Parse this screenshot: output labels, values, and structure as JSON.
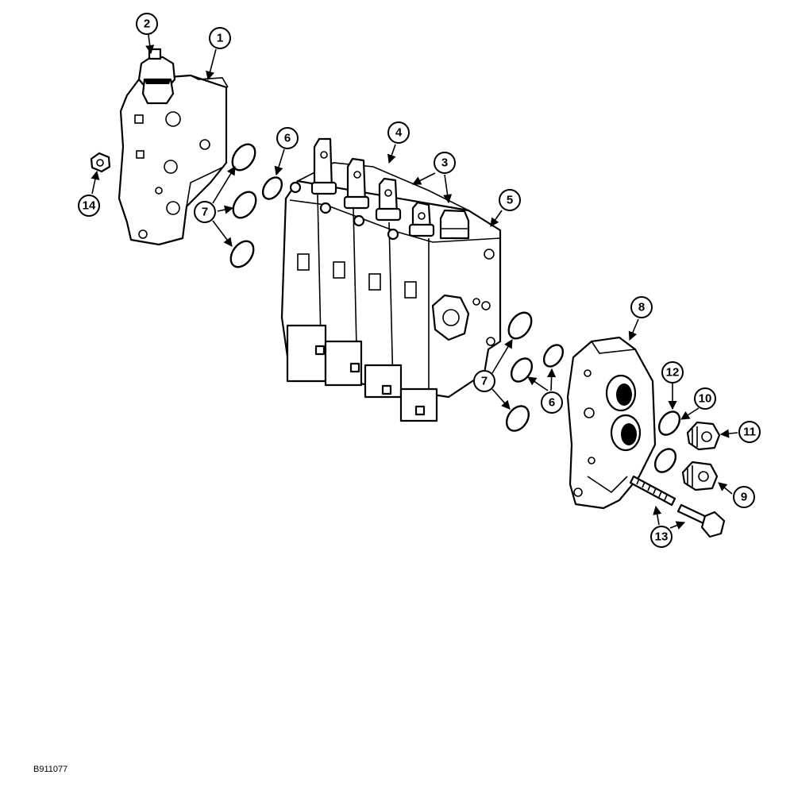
{
  "callouts": [
    "1",
    "2",
    "3",
    "4",
    "5",
    "6",
    "6",
    "7",
    "7",
    "8",
    "9",
    "10",
    "11",
    "12",
    "13",
    "14"
  ],
  "figure_code": "B911077"
}
